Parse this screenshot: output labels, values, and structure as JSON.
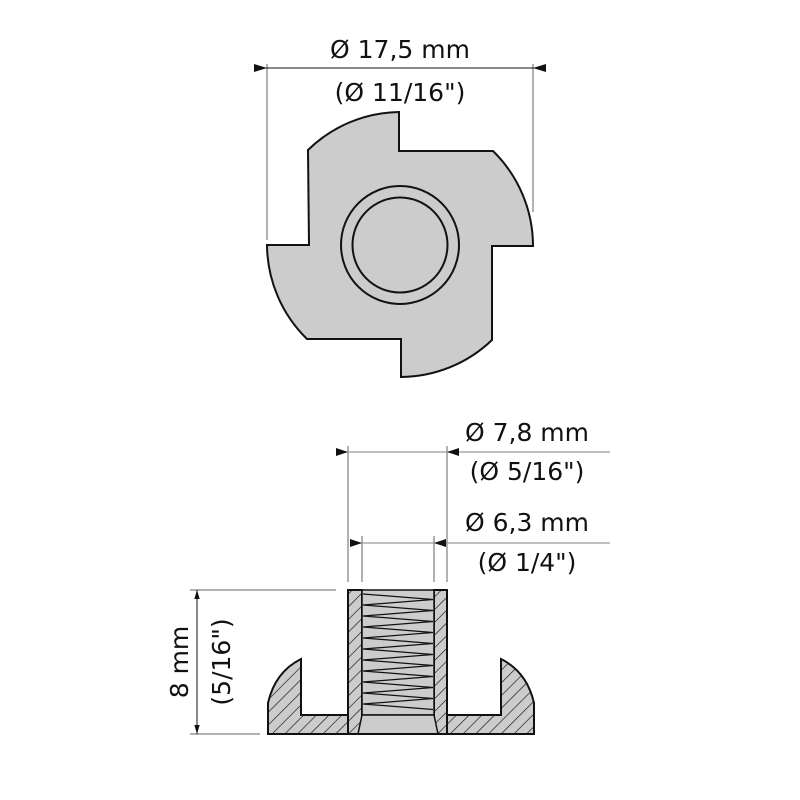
{
  "title": "T-nut dimension drawing",
  "colors": {
    "fill": "#cccccc",
    "stroke": "#111111",
    "dimension_line": "#999999"
  },
  "top_view": {
    "outer_diameter_mm": "Ø 17,5 mm",
    "outer_diameter_in": "(Ø 11/16\")"
  },
  "side_view": {
    "barrel_outer_mm": "Ø 7,8 mm",
    "barrel_outer_in": "(Ø 5/16\")",
    "bore_mm": "Ø 6,3 mm",
    "bore_in": "(Ø 1/4\")",
    "height_mm": "8 mm",
    "height_in": "(5/16\")"
  }
}
